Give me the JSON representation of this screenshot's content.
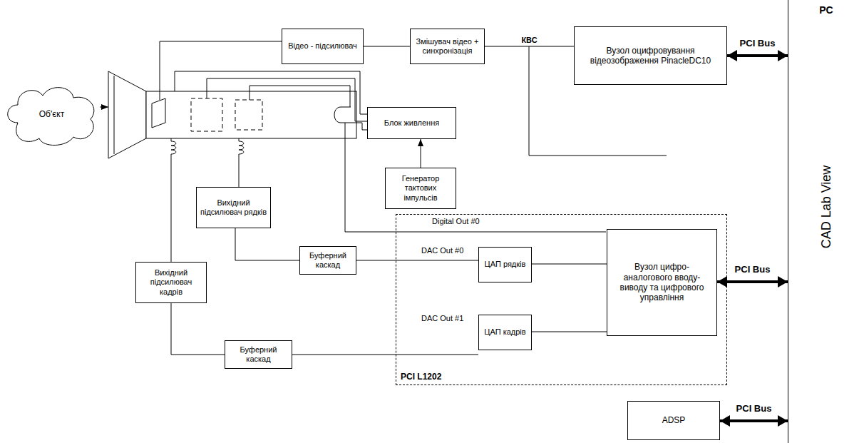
{
  "diagram": {
    "nodes": [
      {
        "text": [
          "Об'єкт"
        ]
      },
      {
        "text": [
          "Відео - підсилювач"
        ]
      },
      {
        "text": [
          "Змішувач відео + синхронізація"
        ]
      },
      {
        "text": [
          "Вузол оцифровування відеозображення PinacleDC10"
        ]
      },
      {
        "text": [
          "PC",
          "CAD Lab View"
        ]
      },
      {
        "text": [
          "Блок живлення"
        ]
      },
      {
        "text": [
          "Генератор тактових імпульсів"
        ]
      },
      {
        "text": [
          "Вихідний підсилювач рядків"
        ]
      },
      {
        "text": [
          "Вихідний підсилювач кадрів"
        ]
      },
      {
        "text": [
          "Буферний каскад"
        ]
      },
      {
        "text": [
          "Буферний каскад"
        ]
      },
      {
        "text": [
          "PCI L1202"
        ]
      },
      {
        "text": [
          "ЦАП рядків"
        ],
        "in": 11
      },
      {
        "text": [
          "ЦАП кадрів"
        ],
        "in": 11
      },
      {
        "text": [
          "Вузол цифро-аналогового вводу-виводу та цифрового управління"
        ],
        "in": 11
      },
      {
        "text": [
          "ADSP"
        ]
      }
    ],
    "edges": [
      {
        "from": 1,
        "to": 2,
        "arrow": "none"
      },
      {
        "from": 2,
        "to": 3,
        "label": "КВС",
        "arrow": "none"
      },
      {
        "from": 3,
        "to": 4,
        "label": "PCI Bus",
        "arrow": "both"
      },
      {
        "from": 14,
        "to": 4,
        "label": "PCI Bus",
        "arrow": "both"
      },
      {
        "from": 15,
        "to": 4,
        "label": "PCI Bus",
        "arrow": "both"
      },
      {
        "from": 6,
        "to": 5,
        "arrow": "to"
      },
      {
        "from": 14,
        "to": 12,
        "arrow": "none"
      },
      {
        "from": 14,
        "to": 13,
        "arrow": "none"
      },
      {
        "from": 12,
        "to": 9,
        "arrow": "none"
      },
      {
        "from": 13,
        "to": 10,
        "arrow": "none"
      },
      {
        "from": 9,
        "to": 7,
        "arrow": "none"
      },
      {
        "from": 10,
        "to": 8,
        "arrow": "none"
      }
    ],
    "labels": [
      "Digital Out #0",
      "DAC Out #0",
      "DAC Out #1"
    ]
  }
}
